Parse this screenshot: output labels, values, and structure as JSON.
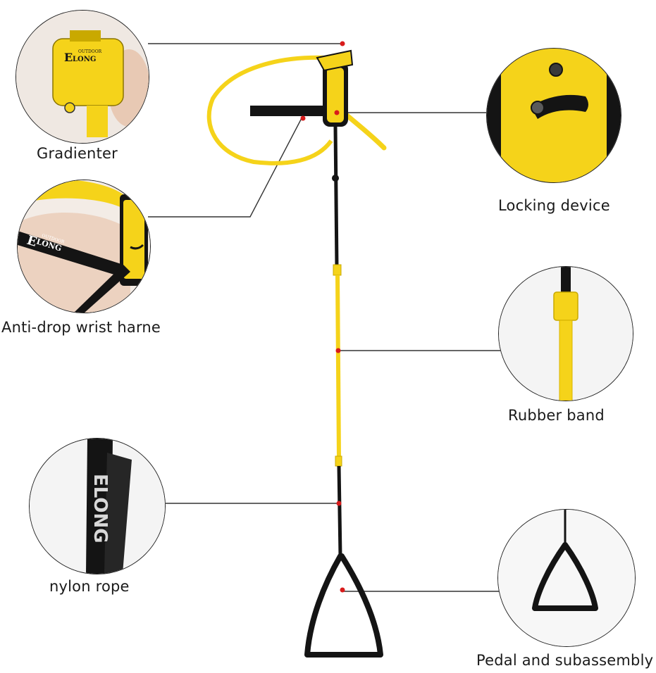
{
  "labels": {
    "gradienter": "Gradienter",
    "wrist": "Anti-drop wrist harne",
    "nylon": "nylon rope",
    "locking": "Locking device",
    "rubber": "Rubber band",
    "pedal": "Pedal and subassembly"
  },
  "brand": {
    "outdoor": "OUTDOOR",
    "e": "E",
    "long": "LONG",
    "rope_text": "ELONG"
  },
  "colors": {
    "yellow": "#f5d31a",
    "black": "#141414",
    "marker": "#d81b1b"
  }
}
